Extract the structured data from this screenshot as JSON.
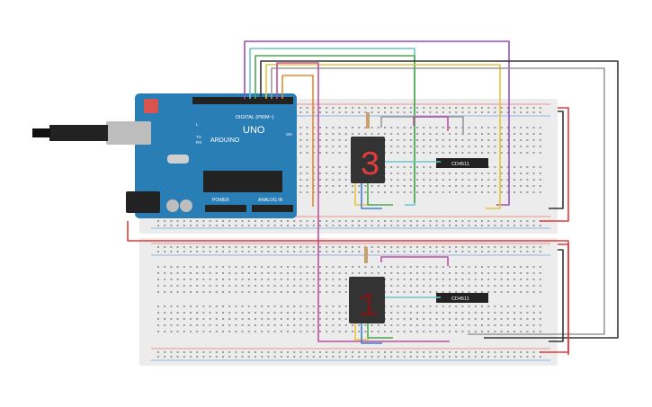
{
  "board": {
    "brand": "ARDUINO",
    "model": "UNO",
    "header_digital": "DIGITAL (PWM~)",
    "header_power": "POWER",
    "header_analog": "ANALOG IN",
    "pin_tx": "TX",
    "pin_rx": "RX",
    "pin_l": "L",
    "pin_on": "ON"
  },
  "chips": {
    "top": "CD4511",
    "bottom": "CD4511"
  },
  "displays": {
    "top_digit": "3",
    "bottom_digit": "1"
  },
  "colors": {
    "breadboard": "#ececec",
    "board": "#2a7eb6",
    "wire_red": "#e23b3b",
    "wire_black": "#333333",
    "wire_purple": "#9b4fb8",
    "wire_teal": "#6cc4c9",
    "wire_green": "#4aaa4a",
    "wire_yellow": "#e8c33b",
    "wire_orange": "#e48a2c",
    "wire_magenta": "#c04fa0",
    "wire_blue": "#3f7ed8",
    "wire_grey": "#999999"
  }
}
